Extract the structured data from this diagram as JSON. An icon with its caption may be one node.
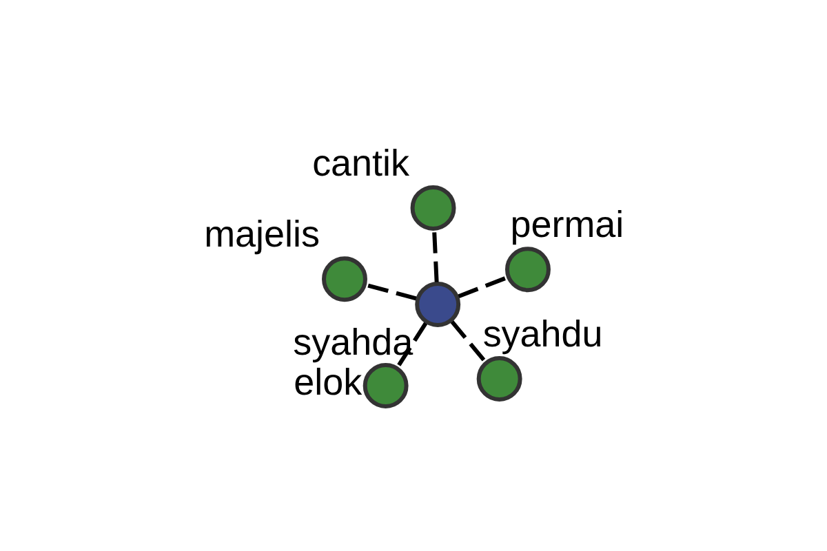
{
  "diagram": {
    "nodes": [
      {
        "text": [],
        "shape": "circle",
        "beside": [
          "syahda"
        ]
      },
      {
        "text": [],
        "shape": "circle",
        "beside": [
          "syahdu"
        ]
      },
      {
        "text": [],
        "shape": "circle",
        "beside": [
          "elok"
        ]
      },
      {
        "text": [],
        "shape": "circle",
        "beside": [
          "majelis"
        ]
      },
      {
        "text": [],
        "shape": "circle",
        "beside": [
          "permai"
        ]
      },
      {
        "text": [],
        "shape": "circle",
        "beside": [
          "cantik"
        ]
      }
    ],
    "edges": [
      {
        "from": 0,
        "to": 1,
        "arrow": "none",
        "style": "dashed"
      },
      {
        "from": 0,
        "to": 2,
        "arrow": "none",
        "style": "dashed"
      },
      {
        "from": 0,
        "to": 3,
        "arrow": "none",
        "style": "dashed"
      },
      {
        "from": 0,
        "to": 4,
        "arrow": "none",
        "style": "dashed"
      },
      {
        "from": 0,
        "to": 5,
        "arrow": "none",
        "style": "dashed"
      }
    ]
  }
}
